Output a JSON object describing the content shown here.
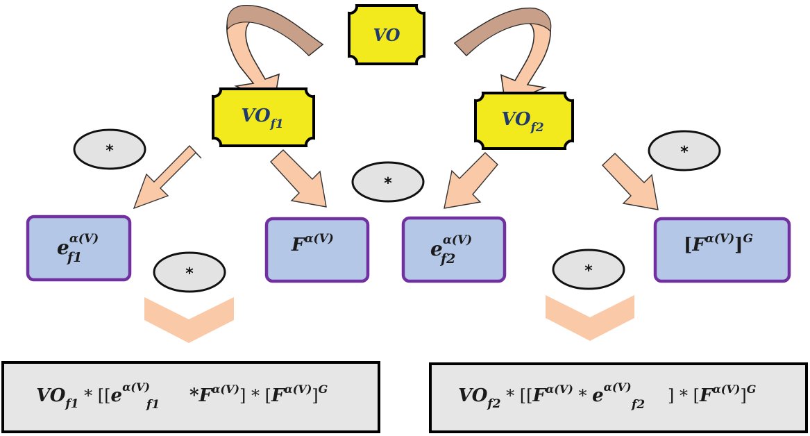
{
  "colors": {
    "yellow_box": "#f2ea1c",
    "blue_box": "#b4c7e7",
    "purple_border": "#7030a0",
    "arrow_fill": "#f9c9a8",
    "arrow_dark": "#c8a08a",
    "ellipse_fill": "#e3e3e3",
    "formula_box": "#e6e6e6"
  },
  "nodes": {
    "vo": {
      "base": "VO"
    },
    "vo_f1": {
      "base": "VO",
      "sub": "f1"
    },
    "vo_f2": {
      "base": "VO",
      "sub": "f2"
    },
    "e_f1": {
      "base": "e",
      "sup": "α(V)",
      "sub": "f1"
    },
    "f_alpha": {
      "base": "F",
      "sup": "α(V)"
    },
    "e_f2": {
      "base": "e",
      "sup": "α(V)",
      "sub": "f2"
    },
    "f_alpha_g": {
      "lb": "[",
      "base": "F",
      "sup": "α(V)",
      "rb": "]",
      "outer": "G"
    }
  },
  "operators": {
    "star": "*"
  },
  "formulas": {
    "left": {
      "p1": "VO",
      "p1_sub": "f1",
      "p2": " * [[",
      "p3": "e",
      "p3_sup": "α(V)",
      "p3_sub": "f1",
      "p4": "*",
      "p5": "F",
      "p5_sup": "α(V)",
      "p6": "] * [",
      "p7": "F",
      "p7_sup": "α(V)",
      "p8": "]",
      "p8_sup": "G"
    },
    "right": {
      "p1": "VO",
      "p1_sub": "f2",
      "p2": " * [[",
      "p3": "F",
      "p3_sup": "α(V)",
      "p4": " * ",
      "p5": "e",
      "p5_sup": "α(V)",
      "p5_sub": "f2",
      "p6": "] * [",
      "p7": "F",
      "p7_sup": "α(V)",
      "p8": "]",
      "p8_sup": "G"
    }
  }
}
